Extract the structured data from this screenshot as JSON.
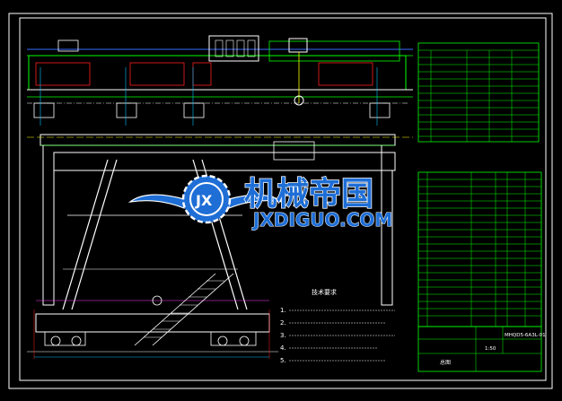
{
  "watermark": {
    "title_cn": "机械帝国",
    "domain": "JXDIGUO.COM",
    "emblem_text": "JX"
  },
  "notes": {
    "heading": "技术要求",
    "items": [
      "1.",
      "2.",
      "3.",
      "4.",
      "5."
    ]
  },
  "title_block": {
    "drawing_no": "MHQD5-6A3L-01",
    "scale": "1:50",
    "name": "总图"
  },
  "colors": {
    "background": "#000000",
    "frame": "#ffffff",
    "line_white": "#ffffff",
    "line_green": "#00ff00",
    "line_cyan": "#00c0ff",
    "line_yellow": "#ffff00",
    "line_red": "#ff2020",
    "line_blue": "#3a6bff",
    "line_magenta": "#ff40ff",
    "watermark_blue": "#1e6ed6"
  }
}
